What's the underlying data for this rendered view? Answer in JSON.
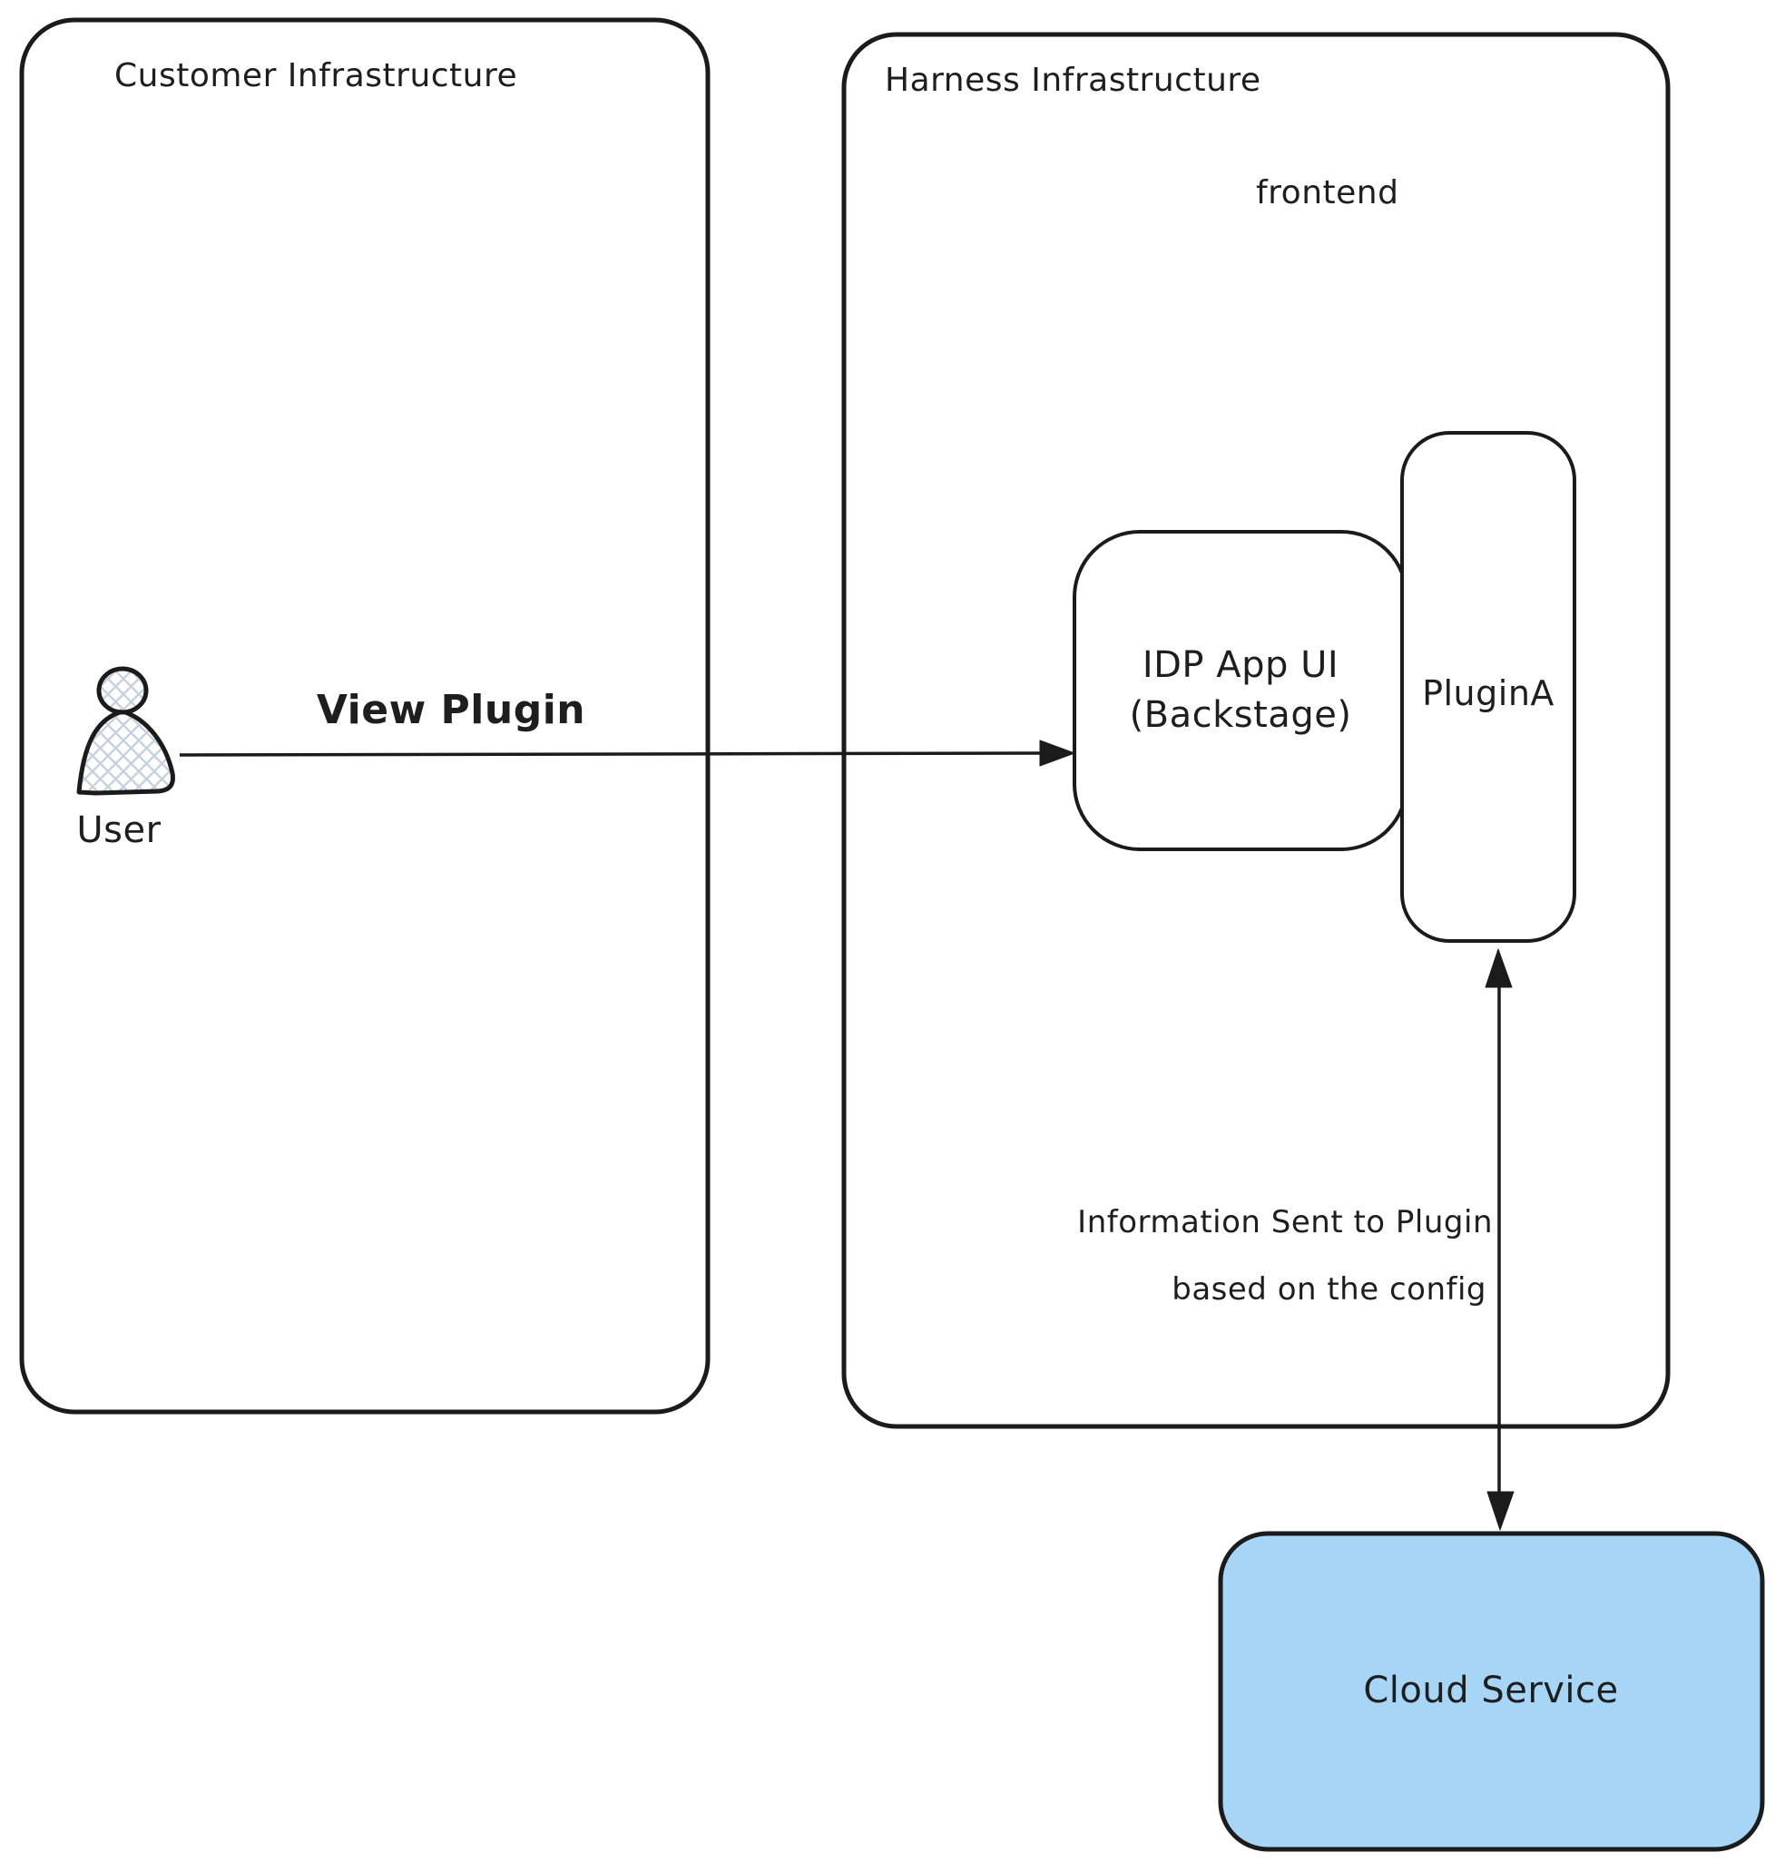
{
  "diagram": {
    "colors": {
      "background": "#ffffff",
      "stroke": "#1b1b1b",
      "text": "#1e1e1e",
      "cloud_fill": "#a6d5f6",
      "hatch": "#c6d2dd"
    },
    "containers": {
      "customer": {
        "label": "Customer Infrastructure"
      },
      "harness": {
        "label": "Harness Infrastructure",
        "sublabel": "frontend"
      }
    },
    "nodes": {
      "user": {
        "label": "User"
      },
      "idp": {
        "label_line1": "IDP App UI",
        "label_line2": "(Backstage)"
      },
      "plugin": {
        "label": "PluginA"
      },
      "cloud": {
        "label": "Cloud Service"
      }
    },
    "edges": {
      "view_plugin": {
        "label": "View Plugin"
      },
      "info": {
        "label_line1": "Information Sent to Plugin",
        "label_line2": "based on the config"
      }
    }
  }
}
